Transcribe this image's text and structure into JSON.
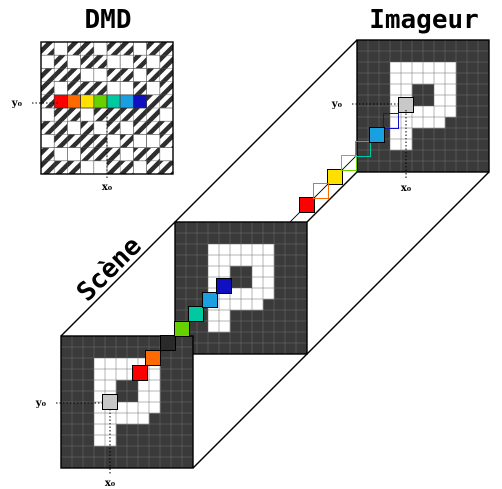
{
  "labels": {
    "dmd_title": "DMD",
    "imager_title": "Imageur",
    "scene_label": "Scène",
    "y0": "y₀",
    "x0": "x₀"
  },
  "colors": {
    "dark_cell": "#3a3a3a",
    "grid_line": "#6e6e6e",
    "edge": "#000000",
    "white": "#ffffff",
    "spectral": [
      "#ff0000",
      "#ff6a00",
      "#ffe000",
      "#66d000",
      "#00c8a0",
      "#1aa0e0",
      "#1010c0"
    ]
  },
  "dmd": {
    "grid_size": 10,
    "open_cells": [
      [
        1,
        0
      ],
      [
        4,
        0
      ],
      [
        7,
        0
      ],
      [
        0,
        1
      ],
      [
        2,
        1
      ],
      [
        5,
        1
      ],
      [
        6,
        1
      ],
      [
        8,
        1
      ],
      [
        3,
        2
      ],
      [
        4,
        2
      ],
      [
        7,
        2
      ],
      [
        1,
        3
      ],
      [
        5,
        3
      ],
      [
        6,
        3
      ],
      [
        8,
        3
      ],
      [
        0,
        5
      ],
      [
        3,
        5
      ],
      [
        9,
        5
      ],
      [
        2,
        6
      ],
      [
        4,
        6
      ],
      [
        6,
        6
      ],
      [
        0,
        7
      ],
      [
        5,
        7
      ],
      [
        7,
        7
      ],
      [
        8,
        7
      ],
      [
        1,
        8
      ],
      [
        2,
        8
      ],
      [
        6,
        8
      ],
      [
        9,
        8
      ],
      [
        3,
        9
      ],
      [
        4,
        9
      ],
      [
        7,
        9
      ]
    ],
    "spectral_row": 4,
    "spectral_start_col": 1
  },
  "object": {
    "grid_size": 12,
    "shape_cells": [
      [
        3,
        2
      ],
      [
        4,
        2
      ],
      [
        5,
        2
      ],
      [
        6,
        2
      ],
      [
        7,
        2
      ],
      [
        8,
        2
      ],
      [
        3,
        3
      ],
      [
        4,
        3
      ],
      [
        5,
        3
      ],
      [
        6,
        3
      ],
      [
        7,
        3
      ],
      [
        8,
        3
      ],
      [
        3,
        4
      ],
      [
        4,
        4
      ],
      [
        7,
        4
      ],
      [
        8,
        4
      ],
      [
        3,
        5
      ],
      [
        4,
        5
      ],
      [
        7,
        5
      ],
      [
        8,
        5
      ],
      [
        3,
        6
      ],
      [
        4,
        6
      ],
      [
        5,
        6
      ],
      [
        6,
        6
      ],
      [
        7,
        6
      ],
      [
        8,
        6
      ],
      [
        3,
        7
      ],
      [
        4,
        7
      ],
      [
        5,
        7
      ],
      [
        6,
        7
      ],
      [
        7,
        7
      ],
      [
        3,
        8
      ],
      [
        4,
        8
      ],
      [
        3,
        9
      ],
      [
        4,
        9
      ]
    ]
  }
}
